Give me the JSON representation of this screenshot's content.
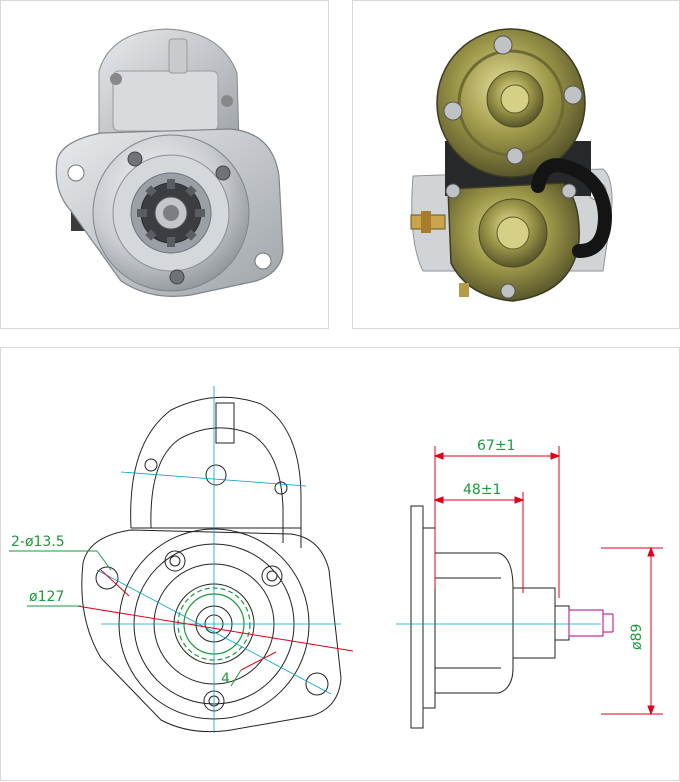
{
  "colors": {
    "border": "#d9d9d9",
    "drawing_line": "#222222",
    "center_line": "#00a0c8",
    "dimension_green": "#1a9a3a",
    "dimension_red": "#e0001b",
    "dimension_magenta": "#c2188a",
    "aluminum": "#c9ccd0",
    "brass": "#8e8a3e"
  },
  "photos": {
    "front": {
      "icon": "starter-motor-front-photo"
    },
    "back": {
      "icon": "starter-motor-back-photo"
    }
  },
  "drawing": {
    "dims": {
      "holes": "2-ø13.5",
      "pilot": "ø127",
      "module": "4",
      "length_total": "67±1",
      "length_flange": "48±1",
      "diameter": "ø89"
    }
  }
}
